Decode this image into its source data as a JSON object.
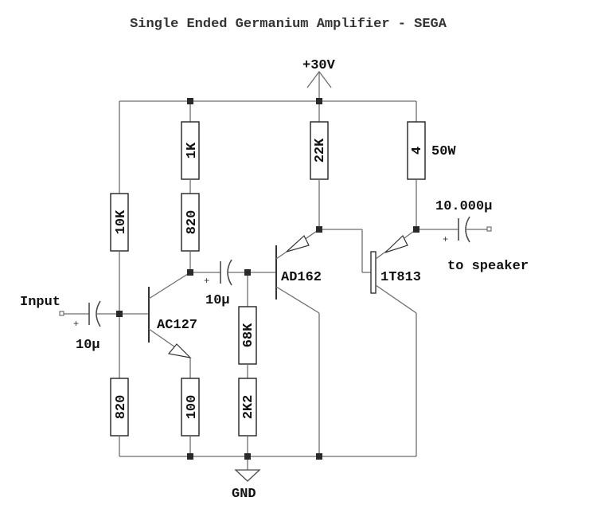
{
  "title": "Single Ended Germanium Amplifier - SEGA",
  "supply": "+30V",
  "ground": "GND",
  "input": {
    "label": "Input",
    "cap": "10µ"
  },
  "output": {
    "label": "to speaker",
    "cap": "10.000µ"
  },
  "resistors": {
    "r_10k": "10K",
    "r_820_bias": "820",
    "r_1k": "1K",
    "r_820_coll": "820",
    "r_100": "100",
    "r_22k": "22K",
    "r_68k": "68K",
    "r_2k2": "2K2",
    "r_4": "4"
  },
  "power_rating": "50W",
  "coupling_cap": "10µ",
  "transistors": {
    "q1": "AC127",
    "q2": "AD162",
    "q3": "1T813"
  },
  "polarity_mark": "+"
}
